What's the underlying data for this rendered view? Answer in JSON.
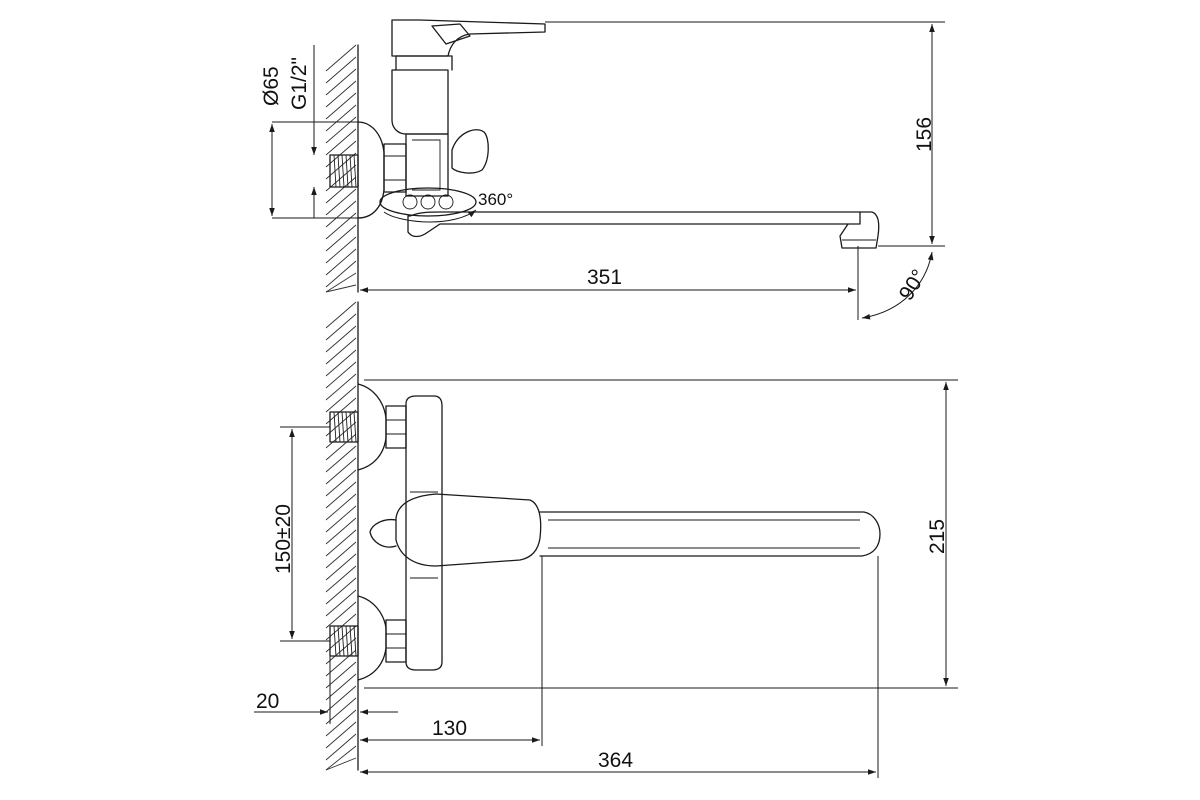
{
  "dimensions": {
    "top_view": {
      "wall_flange_diameter": "Ø65",
      "thread": "G1/2\"",
      "height": "156",
      "spout_length": "351",
      "rotation": "360°",
      "aerator_angle": "90°"
    },
    "front_view": {
      "center_distance": "150±20",
      "height": "215",
      "wall_offset": "20",
      "body_projection": "130",
      "total_length": "364"
    }
  }
}
